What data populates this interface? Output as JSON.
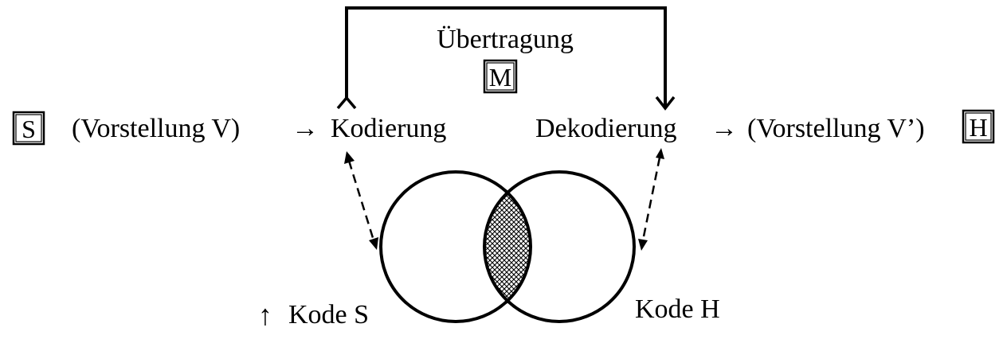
{
  "sender_box": "S",
  "message_box": "M",
  "receiver_box": "H",
  "transfer_label": "Übertragung",
  "sender_idea": "(Vorstellung V)",
  "encoding": "Kodierung",
  "decoding": "Dekodierung",
  "receiver_idea": "(Vorstellung V’)",
  "code_sender": "Kode S",
  "code_receiver": "Kode H",
  "arrow_glyph": "→",
  "up_arrow_glyph": "↑"
}
